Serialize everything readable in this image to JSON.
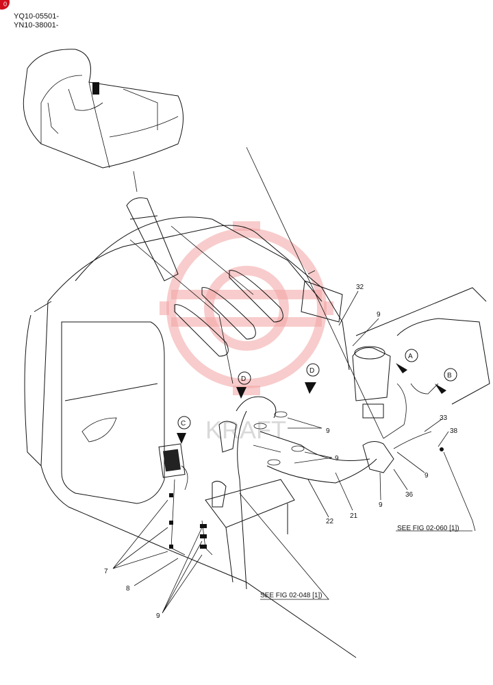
{
  "serial_numbers": [
    "YQ10-05501-",
    "YN10-38001-"
  ],
  "view_labels": [
    "A",
    "B",
    "C",
    "D",
    "D"
  ],
  "callouts": {
    "c32": "32",
    "c9a": "9",
    "c33": "33",
    "c38": "38",
    "c9b": "9",
    "c9c": "9",
    "c9d": "9",
    "c36": "36",
    "c9e": "9",
    "c21": "21",
    "c22": "22",
    "c7": "7",
    "c8": "8",
    "c9f": "9"
  },
  "references": {
    "ref_060": "SEE FIG 02-060 [1])",
    "ref_048": "SEE FIG 02-048 [1])"
  },
  "watermark_text": "KRAFT",
  "colors": {
    "line": "#111111",
    "watermark": "#f2a3a3",
    "badge": "#d0101c"
  }
}
